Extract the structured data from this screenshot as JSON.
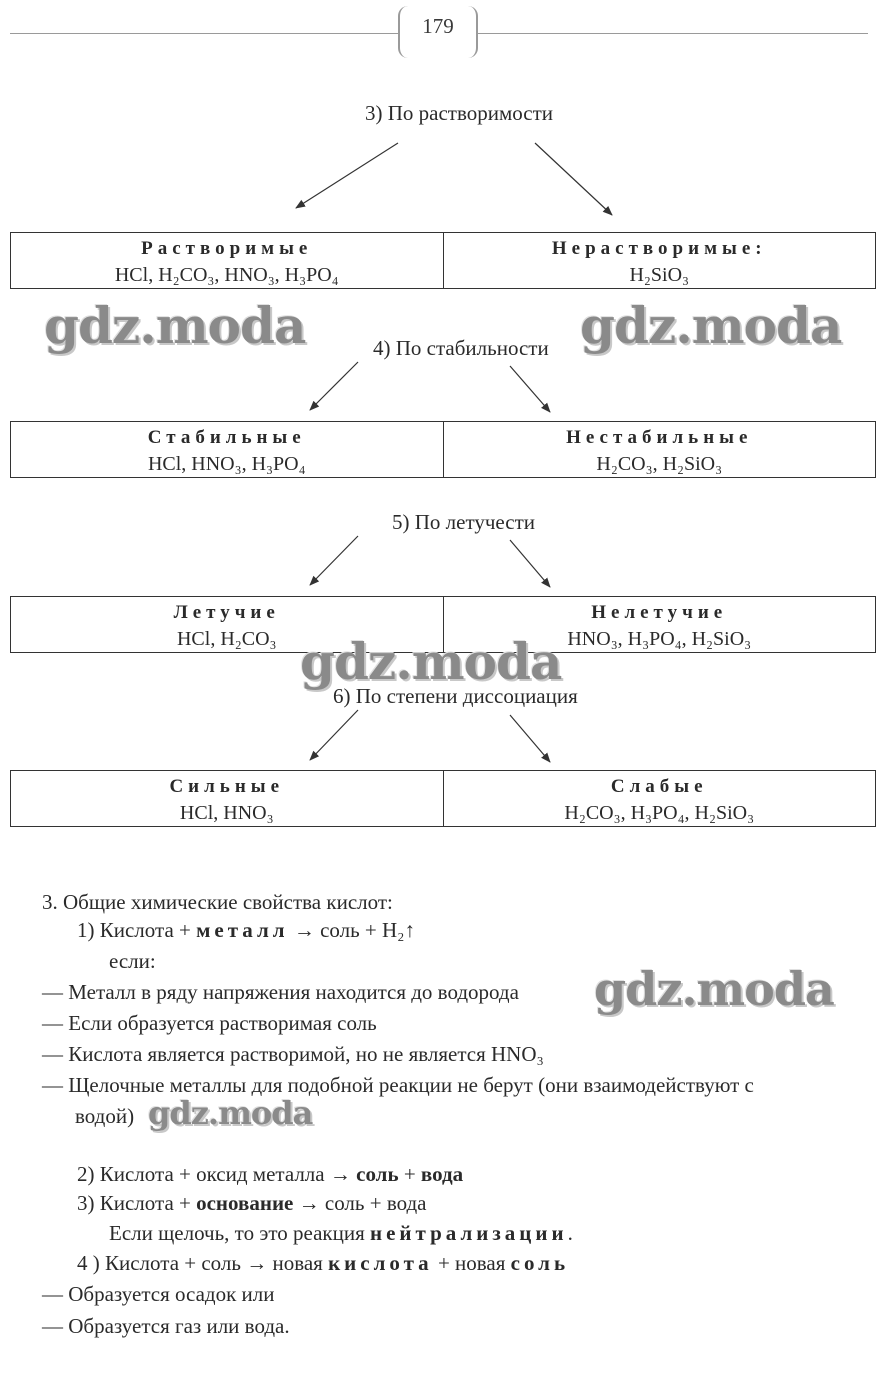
{
  "page_number": "179",
  "classes": [
    {
      "heading": "3)  По растворимости",
      "left_title": "Растворимые",
      "left_items": "HCl, H₂CO₃, HNO₃, H₃PO₄",
      "right_title": "Нерастворимые:",
      "right_items": "H₂SiO₃"
    },
    {
      "heading": "4)  По стабильности",
      "left_title": "Стабильные",
      "left_items": "HCl, HNO₃, H₃PO₄",
      "right_title": "Нестабильные",
      "right_items": "H₂CO₃, H₂SiO₃"
    },
    {
      "heading": "5)  По летучести",
      "left_title": "Летучие",
      "left_items": "HCl, H₂CO₃",
      "right_title": "Нелетучие",
      "right_items": "HNO₃, H₃PO₄, H₂SiO₃"
    },
    {
      "heading": "6)  По степени диссоциация",
      "left_title": "Сильные",
      "left_items": "HCl, HNO₃",
      "right_title": "Слабые",
      "right_items": "H₂CO₃, H₃PO₄, H₂SiO₃"
    }
  ],
  "watermark": "gdz.moda",
  "section3": {
    "title": "3. Общие химические свойства кислот:",
    "r1_prefix": "1)  Кислота + ",
    "r1_bold": "металл",
    "r1_suffix": "  → соль + H₂↑",
    "if": "если:",
    "c1": "— Металл в ряду напряжения находится до водорода",
    "c2": "— Если образуется растворимая соль",
    "c3": "— Кислота является растворимой, но не является HNO₃",
    "c4": "— Щелочные металлы для подобной реакции не берут (они взаимодействуют с",
    "c4b": "водой)",
    "r2_prefix": "2)  Кислота + оксид металла → ",
    "r2_b1": "соль",
    "r2_mid": " + ",
    "r2_b2": "вода",
    "r3_prefix": "3)  Кислота + ",
    "r3_bold": "основание",
    "r3_suffix": " → соль + вода",
    "r3_note_prefix": "Если щелочь, то это реакция ",
    "r3_note_bold": "нейтрализации",
    "r3_note_suffix": ".",
    "r4_prefix": "4 ) Кислота + соль → новая ",
    "r4_b1": "кислота",
    "r4_mid": "   + новая ",
    "r4_b2": "соль",
    "c5": "— Образуется осадок или",
    "c6": "— Образуется газ или вода."
  }
}
